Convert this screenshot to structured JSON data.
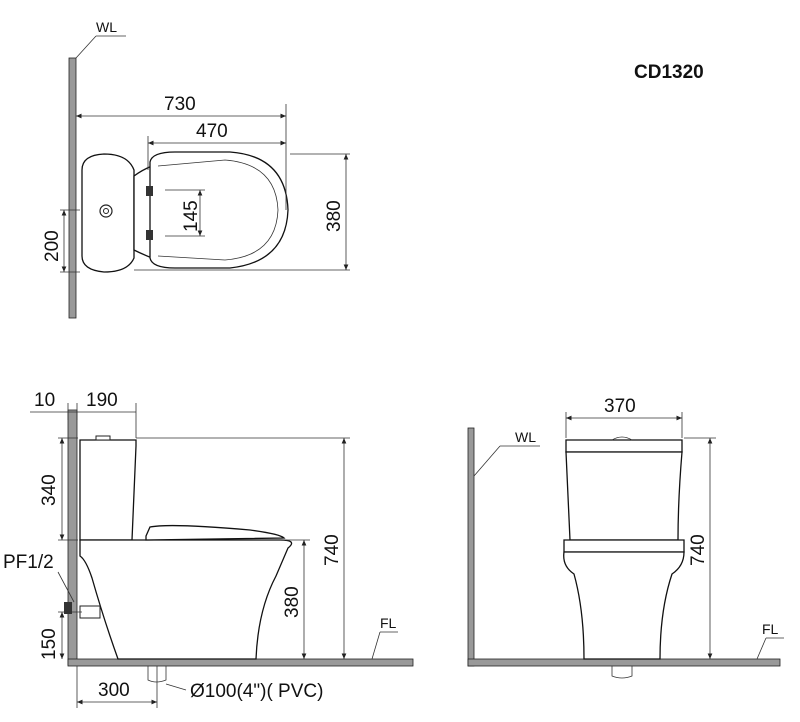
{
  "model": "CD1320",
  "labels": {
    "wall_top": "WL",
    "wall_right": "WL",
    "floor_side": "FL",
    "floor_front": "FL",
    "pf": "PF1/2",
    "drain": "Ø100(4\")( PVC)"
  },
  "dims": {
    "top_730": "730",
    "top_470": "470",
    "top_380": "380",
    "top_200": "200",
    "top_145": "145",
    "side_10": "10",
    "side_190": "190",
    "side_340": "340",
    "side_740": "740",
    "side_380": "380",
    "side_150": "150",
    "side_300": "300",
    "front_370": "370",
    "front_740": "740"
  }
}
